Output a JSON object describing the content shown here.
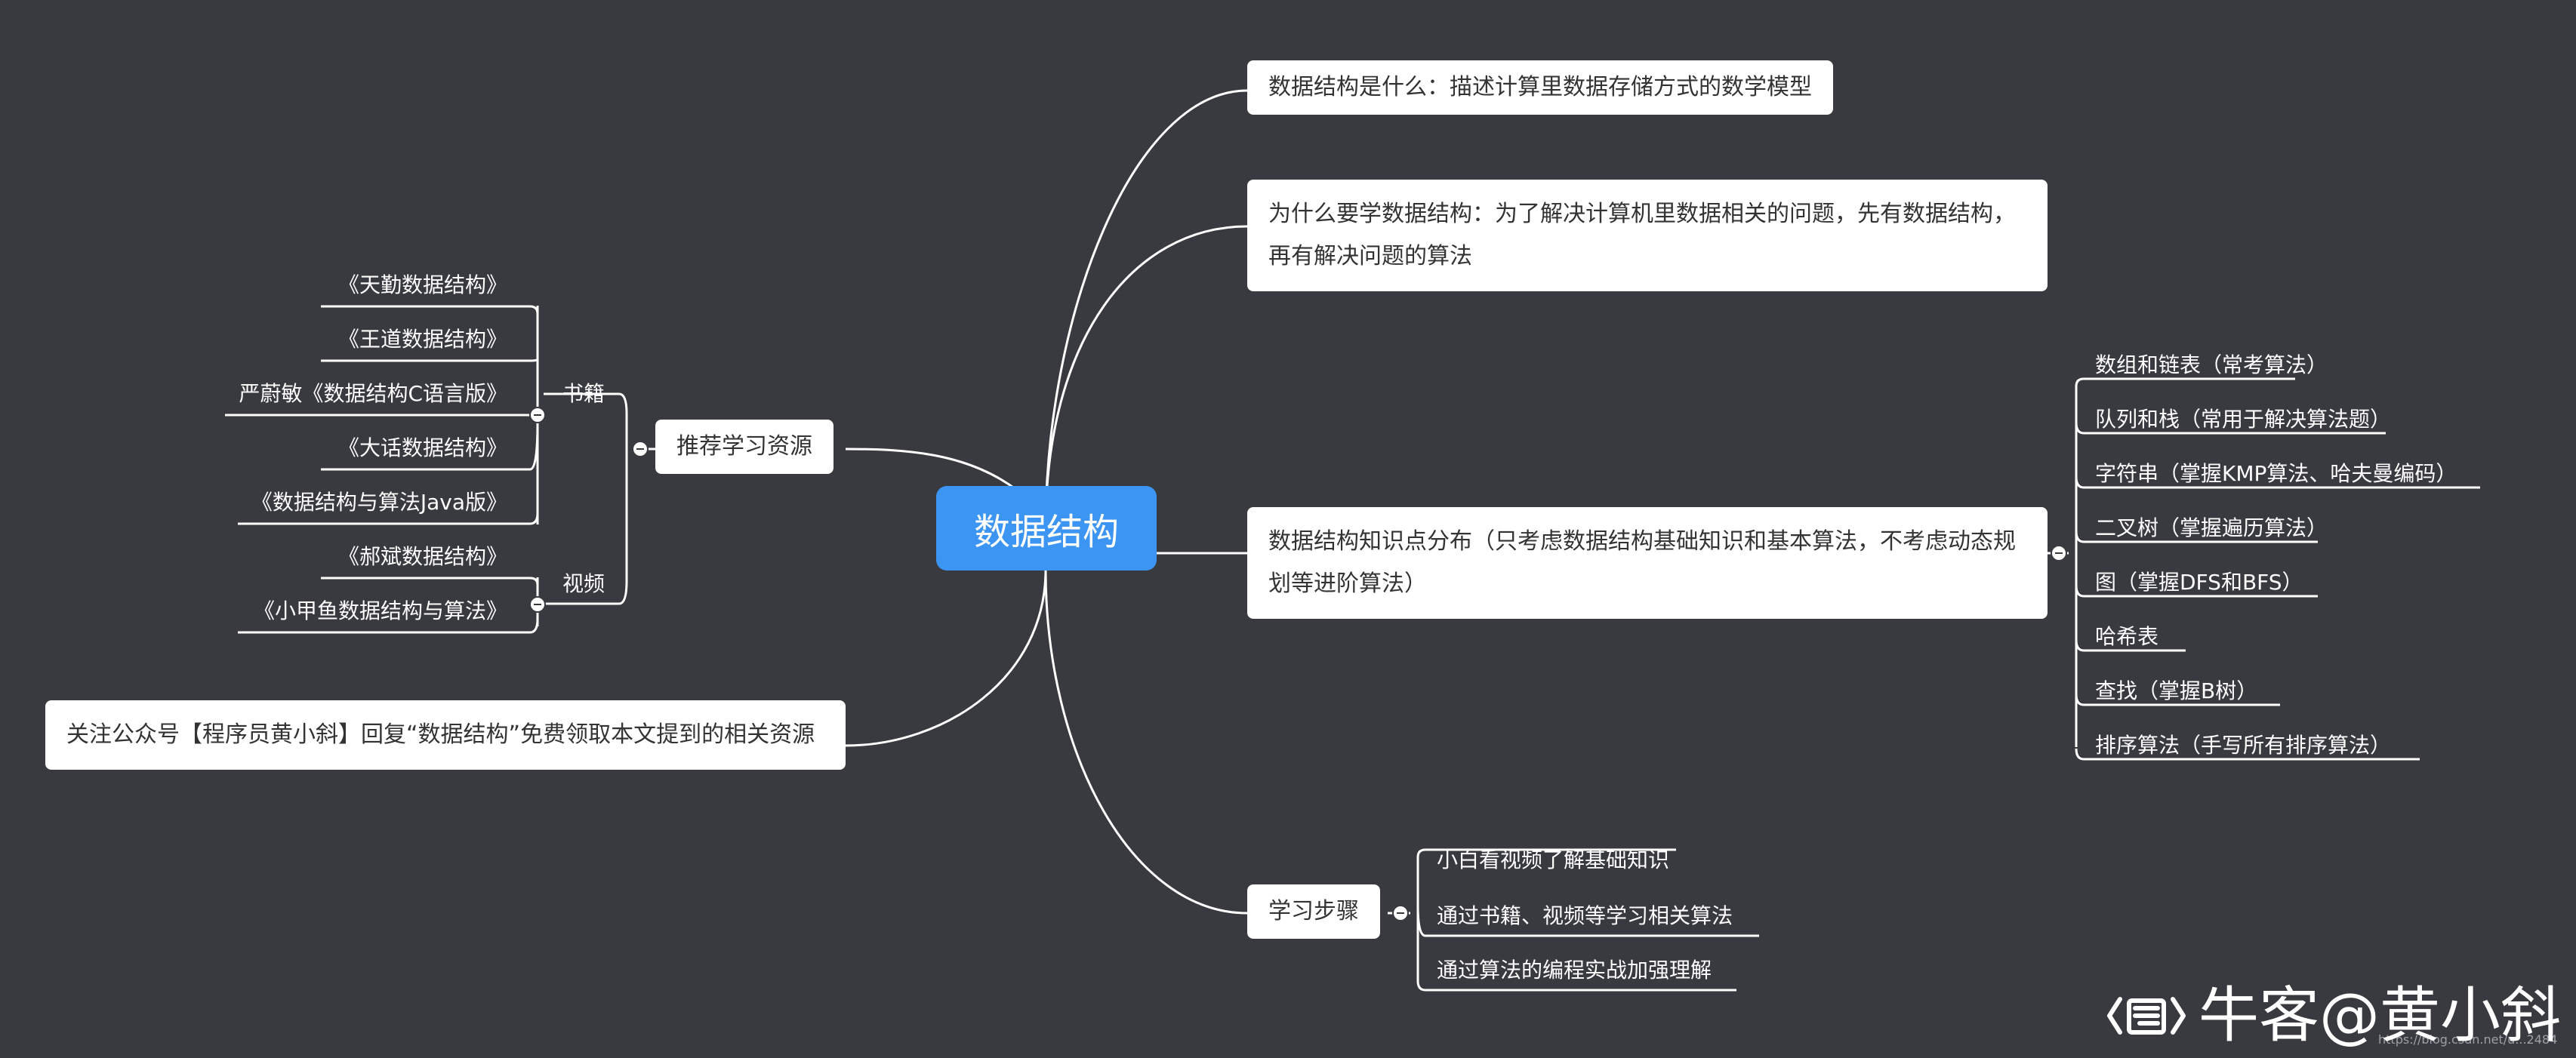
{
  "root": {
    "label": "数据结构"
  },
  "right_branches": {
    "definition": "数据结构是什么：描述计算里数据存储方式的数学模型",
    "why": "为什么要学数据结构：为了解决计算机里数据相关的问题，先有数据结构，再有解决问题的算法",
    "distribution": {
      "label": "数据结构知识点分布（只考虑数据结构基础知识和基本算法，不考虑动态规划等进阶算法）",
      "items": [
        "数组和链表（常考算法）",
        "队列和栈（常用于解决算法题）",
        "字符串（掌握KMP算法、哈夫曼编码）",
        "二叉树（掌握遍历算法）",
        "图（掌握DFS和BFS）",
        "哈希表",
        "查找（掌握B树）",
        "排序算法（手写所有排序算法）"
      ]
    },
    "steps": {
      "label": "学习步骤",
      "items": [
        "小白看视频了解基础知识",
        "通过书籍、视频等学习相关算法",
        "通过算法的编程实战加强理解"
      ]
    }
  },
  "left_branches": {
    "resources": {
      "label": "推荐学习资源",
      "books": {
        "label": "书籍",
        "items": [
          "《天勤数据结构》",
          "《王道数据结构》",
          "严蔚敏《数据结构C语言版》",
          "《大话数据结构》",
          "《数据结构与算法Java版》"
        ]
      },
      "videos": {
        "label": "视频",
        "items": [
          "《郝斌数据结构》",
          "《小甲鱼数据结构与算法》"
        ]
      }
    },
    "follow": "关注公众号【程序员黄小斜】回复“数据结构”免费领取本文提到的相关资源"
  },
  "watermark": {
    "text": "牛客@黄小斜",
    "small": "https://blog.csdn.net/u...2484"
  },
  "colors": {
    "background": "#383a3f",
    "root": "#3d95f3",
    "node": "#ffffff",
    "line": "#ffffff"
  }
}
